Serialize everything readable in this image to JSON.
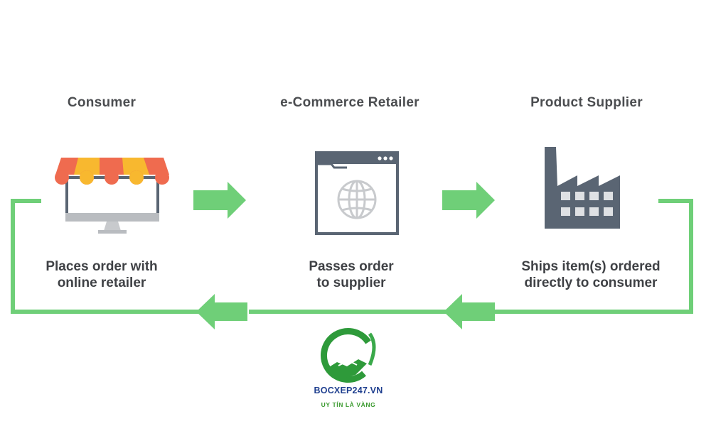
{
  "columns": [
    {
      "title": "Consumer",
      "desc_line1": "Places order with",
      "desc_line2": "online retailer"
    },
    {
      "title": "e-Commerce Retailer",
      "desc_line1": "Passes order",
      "desc_line2": "to supplier"
    },
    {
      "title": "Product Supplier",
      "desc_line1": "Ships item(s) ordered",
      "desc_line2": "directly to consumer"
    }
  ],
  "logo": {
    "brand": "BOCXEP247.VN",
    "slogan": "UY TÍN LÀ VÀNG"
  },
  "colors": {
    "flow_green": "#6fcf78",
    "text_dark": "#4b4d50",
    "icon_gray": "#5a6573",
    "awning_red": "#ef6b4f",
    "awning_yellow": "#f8b82f"
  },
  "icons": [
    "shop-monitor-icon",
    "browser-globe-icon",
    "factory-icon",
    "handshake-logo-icon"
  ]
}
